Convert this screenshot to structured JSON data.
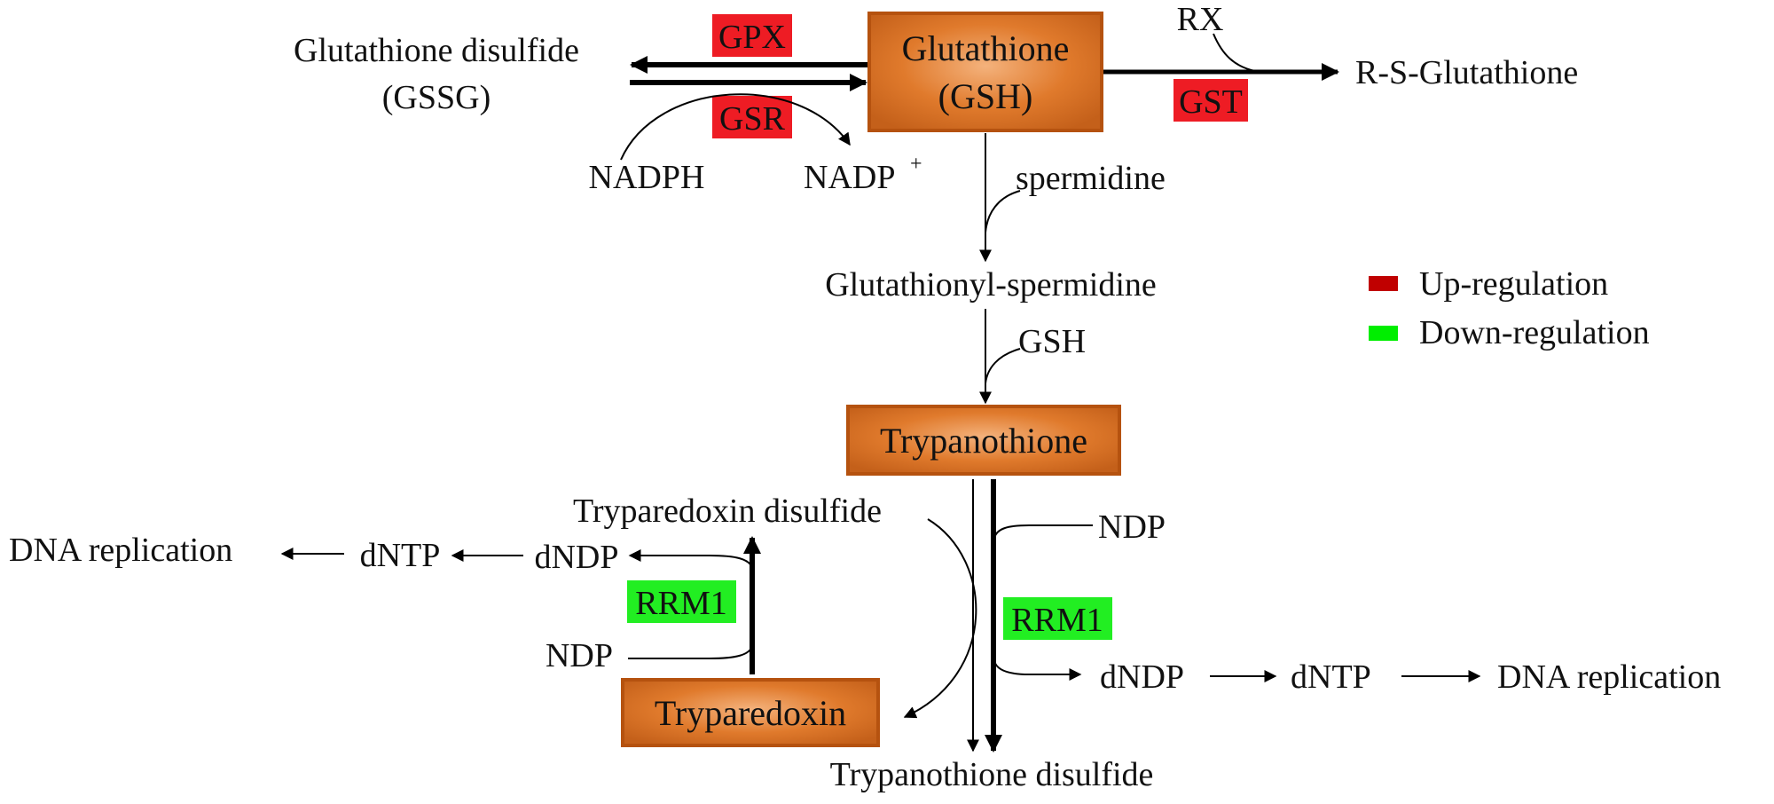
{
  "nodes": {
    "glutathione_line1": "Glutathione",
    "glutathione_line2": "(GSH)",
    "gssg_line1": "Glutathione disulfide",
    "gssg_line2": "(GSSG)",
    "rsg": "R-S-Glutathione",
    "rx": "RX",
    "nadph": "NADPH",
    "nadp_base": "NADP",
    "nadp_sup": "+",
    "spermidine": "spermidine",
    "glutathionyl_spermidine": "Glutathionyl-spermidine",
    "gsh": "GSH",
    "trypanothione": "Trypanothione",
    "tryparedoxin_disulfide": "Tryparedoxin disulfide",
    "tryparedoxin": "Tryparedoxin",
    "trypanothione_disulfide": "Trypanothione disulfide",
    "ndp_left": "NDP",
    "ndp_right": "NDP",
    "dndp_left": "dNDP",
    "dntp_left": "dNTP",
    "dna_left": "DNA replication",
    "dndp_right": "dNDP",
    "dntp_right": "dNTP",
    "dna_right": "DNA replication"
  },
  "enzymes": {
    "gpx": {
      "label": "GPX",
      "regulation": "up"
    },
    "gsr": {
      "label": "GSR",
      "regulation": "up"
    },
    "gst": {
      "label": "GST",
      "regulation": "up"
    },
    "rrm1_left": {
      "label": "RRM1",
      "regulation": "down"
    },
    "rrm1_right": {
      "label": "RRM1",
      "regulation": "down"
    }
  },
  "legend": {
    "up": {
      "label": "Up-regulation",
      "color": "#c00000"
    },
    "down": {
      "label": "Down-regulation",
      "color": "#00ee00"
    }
  },
  "colors": {
    "up_fill": "#ee1c24",
    "down_fill": "#22ee22",
    "box_fill": "#d2691e",
    "box_border": "#b5520f"
  }
}
